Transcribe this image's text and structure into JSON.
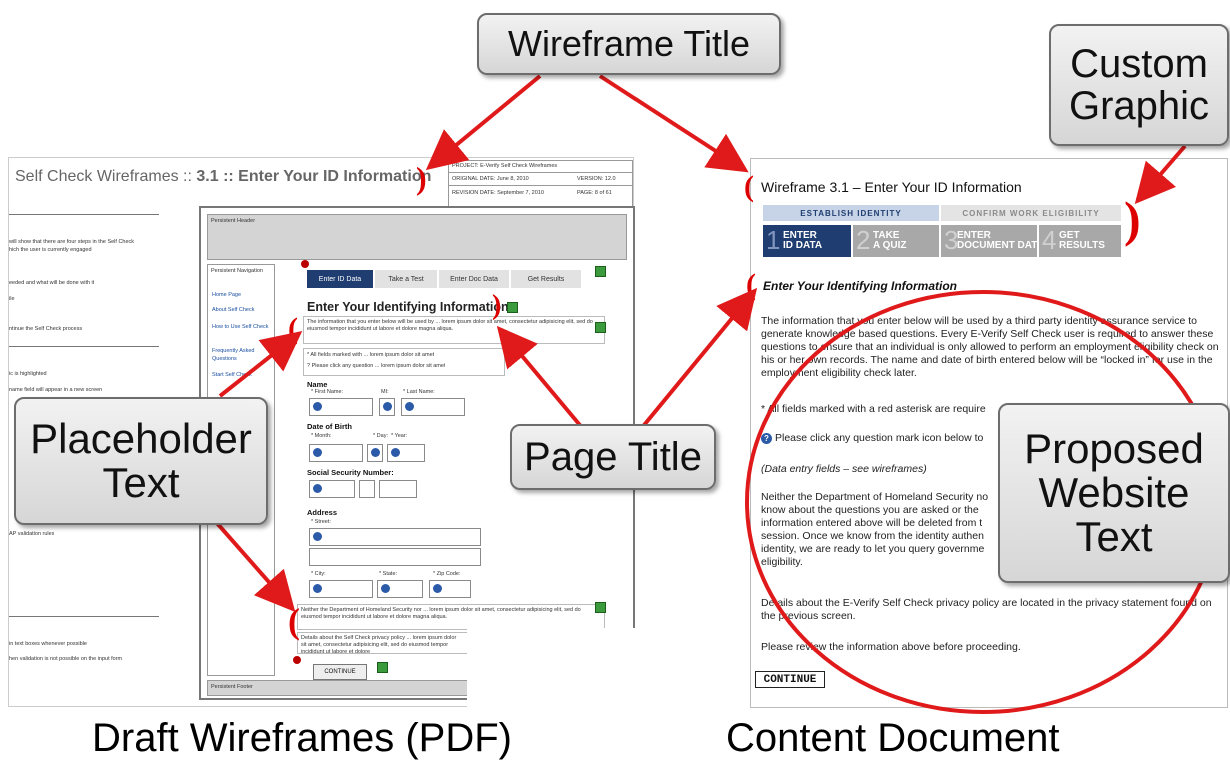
{
  "callouts": {
    "wireframe_title": "Wireframe Title",
    "custom_graphic": "Custom\nGraphic",
    "placeholder_text": "Placeholder\nText",
    "page_title": "Page Title",
    "proposed_website_text": "Proposed\nWebsite\nText"
  },
  "captions": {
    "left": "Draft Wireframes (PDF)",
    "right": "Content Document"
  },
  "wireframe": {
    "title_prefix": "Self Check Wireframes ::",
    "title_bold": "3.1 :: Enter Your ID Information",
    "meta": {
      "project": "PROJECT: E-Verify Self Check Wireframes",
      "created": "ORIGINAL DATE: June 8, 2010",
      "version": "VERSION: 12.0",
      "revised": "REVISION DATE: September 7, 2010",
      "page": "PAGE: 8 of 61"
    },
    "persistent_header": "Persistent Header",
    "persistent_nav": "Persistent Navigation",
    "persistent_footer": "Persistent Footer",
    "nav_items": [
      "Home Page",
      "About Self Check",
      "How to Use Self Check",
      "Frequently Asked Questions",
      "Start Self Check"
    ],
    "steps": [
      "Enter ID Data",
      "Take a Test",
      "Enter Doc Data",
      "Get Results"
    ],
    "page_title": "Enter Your Identifying Information",
    "intro": "The information that you enter below will be used by ... lorem ipsum dolor sit amet, consectetur adipisicing elit, sed do eiusmod tempor incididunt ut labore et dolore magna aliqua.",
    "required_note": "* All fields marked with ... lorem ipsum dolor sit amet",
    "help_note": "? Please click any question ... lorem ipsum dolor sit amet",
    "name_label": "Name",
    "first_name": "* First Name:",
    "mi": "MI:",
    "last_name": "* Last Name:",
    "dob_label": "Date of Birth",
    "month": "* Month:",
    "day": "* Day:",
    "year": "* Year:",
    "ssn_label": "Social Security Number:",
    "address_label": "Address",
    "street": "* Street:",
    "city": "* City:",
    "state": "* State:",
    "zip": "* Zip Code:",
    "disclaimer": "Neither the Department of Homeland Security nor ... lorem ipsum dolor sit amet, consectetur adipisicing elit, sed do eiusmod tempor incididunt ut labore et dolore magna aliqua.",
    "privacy": "Details about the Self Check privacy policy ... lorem ipsum dolor sit amet, consectetur adipisicing elit, sed do eiusmod tempor incididunt ut labore et dolore",
    "continue": "CONTINUE",
    "side_notes": [
      "will show that there are four steps in the Self Check",
      "hich the user is currently engaged",
      "eeded and what will be done with it",
      "ile",
      "ntinue the Self Check process",
      "ic is highlighted",
      "name field will appear in a new screen",
      "AP validation rules",
      "in text boxes whenever possible",
      "hen validation is not possible on the input form"
    ]
  },
  "content_doc": {
    "title": "Wireframe 3.1 – Enter Your ID Information",
    "tab_left": "ESTABLISH IDENTITY",
    "tab_right": "CONFIRM WORK ELIGIBILITY",
    "steps": [
      {
        "num": "1",
        "label": "ENTER\nID DATA"
      },
      {
        "num": "2",
        "label": "TAKE\nA QUIZ"
      },
      {
        "num": "3",
        "label": "ENTER\nDOCUMENT DATA"
      },
      {
        "num": "4",
        "label": "GET\nRESULTS"
      }
    ],
    "heading": "Enter Your Identifying Information",
    "para1": "The information that you enter below will be used by a third party identity assurance service to generate knowledge based questions. Every E-Verify Self Check user is required to answer these questions to ensure that an individual is only allowed to perform an employment eligibility check on his or her own records. The name and date of birth entered below will be “locked in” for use in the employment eligibility check later.",
    "required": "* All fields marked with a red asterisk are require",
    "help": "Please click any question mark icon below to",
    "data_entry": "(Data entry fields – see wireframes)",
    "para2": "Neither the Department of Homeland Security no know about the questions you are asked or the information entered above will be deleted from t session. Once we know from the identity authen identity, we are ready to let you query governme eligibility.",
    "para3": "Details about the E-Verify Self Check privacy policy are located in the privacy statement found on the previous screen.",
    "para4": "Please review the information above before proceeding.",
    "continue": "CONTINUE"
  },
  "colors": {
    "arrow": "#e01a1a",
    "ellipse": "#e01a1a",
    "step_active": "#1f3d70",
    "step_inactive": "#9a9a9a"
  }
}
